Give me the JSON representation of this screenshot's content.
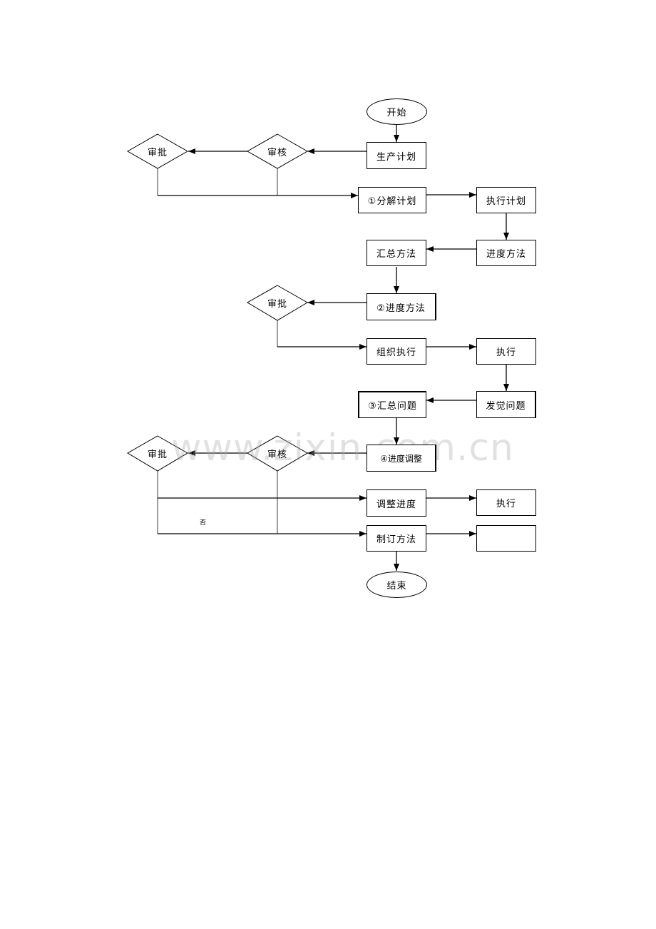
{
  "flowchart": {
    "start": "开始",
    "end": "结束",
    "steps": {
      "production_plan": "生产计划",
      "decompose_plan": "①分解计划",
      "execute_plan": "执行计划",
      "progress_method_1": "进度方法",
      "summary_method": "汇总方法",
      "progress_method_2": "②进度方法",
      "organize_execute": "组织执行",
      "execute_1": "执行",
      "find_problem": "发觉问题",
      "summary_problem": "③汇总问题",
      "progress_adjust": "④进度调整",
      "adjust_progress": "调整进度",
      "execute_2": "执行",
      "formulate_method": "制订方法",
      "blank_box": ""
    },
    "decisions": {
      "review_1": "审核",
      "approve_1": "审批",
      "approve_2": "审批",
      "review_2": "审核",
      "approve_3": "审批"
    },
    "branch_label_no": "否"
  },
  "watermark": "www.zixin.com.cn"
}
